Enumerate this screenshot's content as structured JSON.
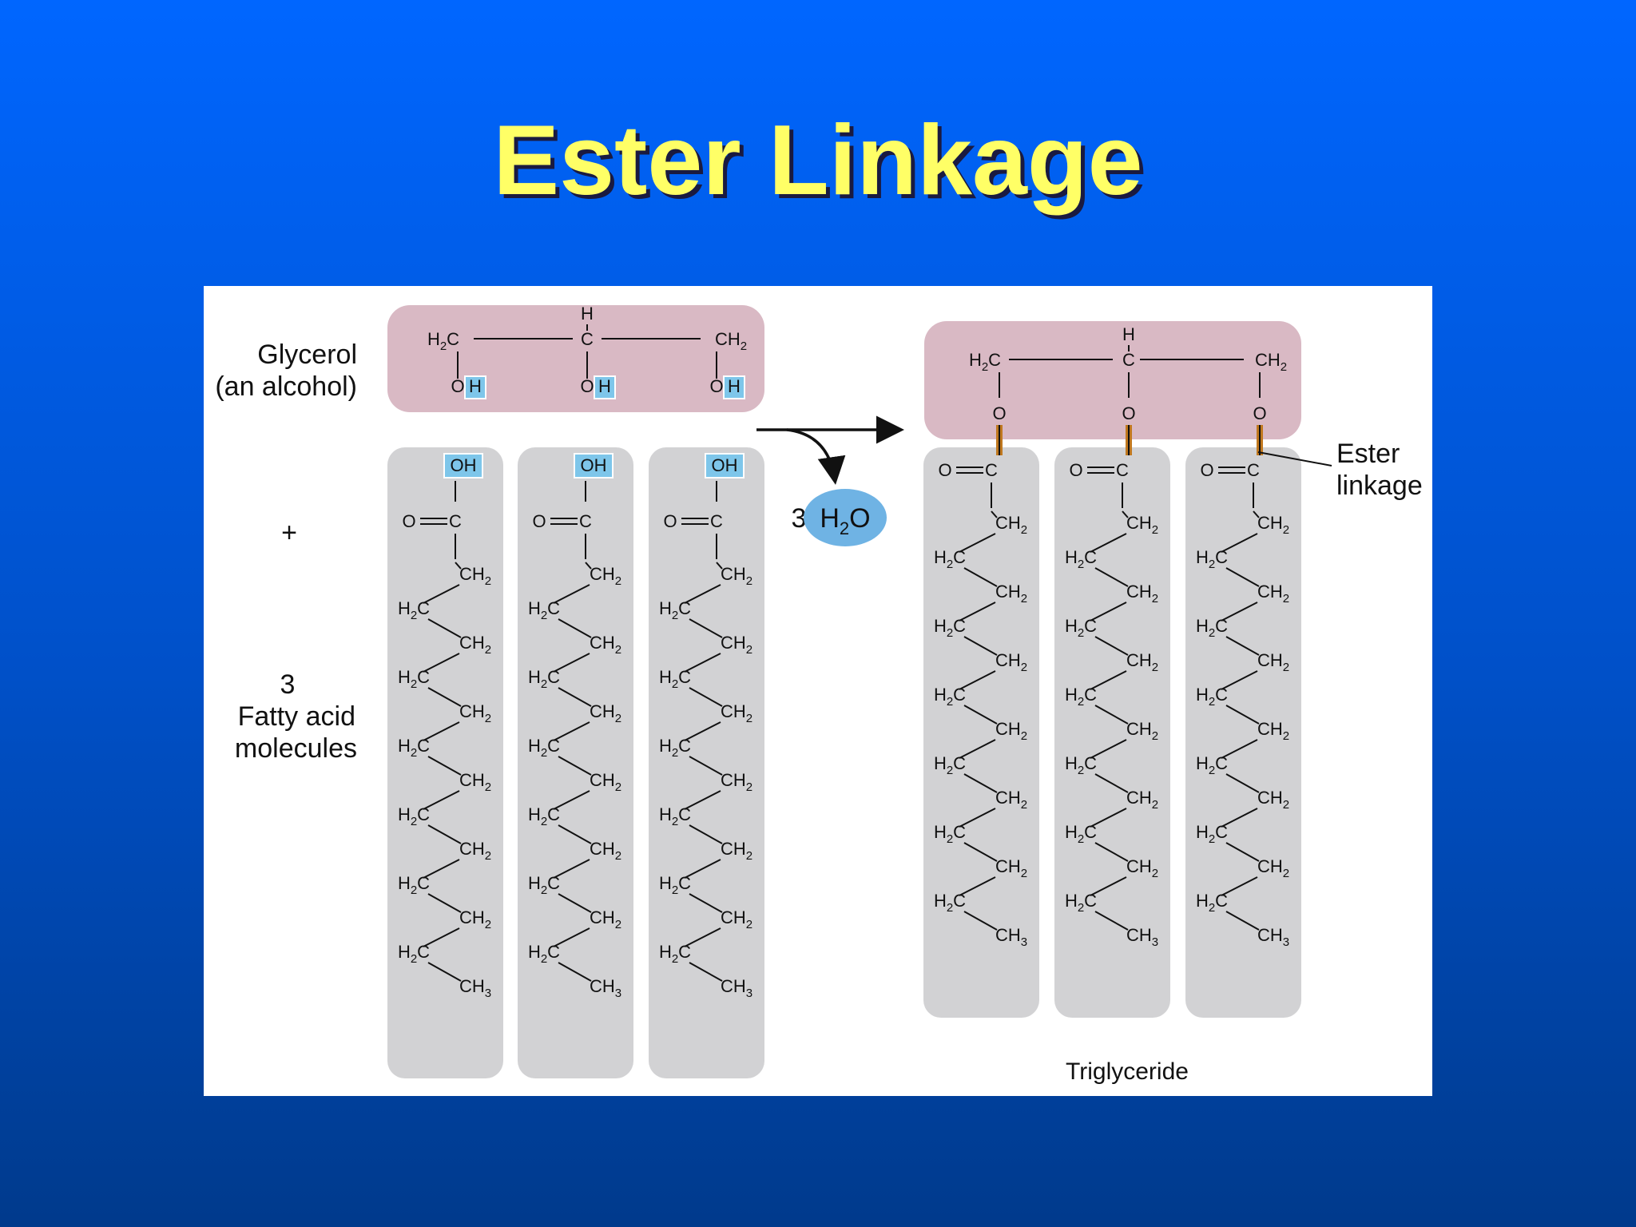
{
  "title": "Ester Linkage",
  "labels": {
    "glycerol_line1": "Glycerol",
    "glycerol_line2": "(an alcohol)",
    "plus": "+",
    "fa_count": "3",
    "fa_line1": "Fatty acid",
    "fa_line2": "molecules",
    "water_coef": "3",
    "water_h": "H",
    "water_sub": "2",
    "water_o": "O",
    "ester_line1": "Ester",
    "ester_line2": "linkage",
    "triglyceride": "Triglyceride"
  },
  "atoms": {
    "H": "H",
    "C": "C",
    "O": "O",
    "OH": "OH",
    "H2C": "H",
    "CH2": "CH",
    "CH3": "CH",
    "sub2": "2",
    "sub3": "3"
  },
  "colors": {
    "glycerol_bg": "#d9b9c4",
    "chain_bg": "#d2d2d4",
    "hydroxyl_highlight": "#7ec6ea",
    "water_bg": "#6fb3e4",
    "ester_bond": "#c0781f",
    "title": "#ffff66"
  }
}
